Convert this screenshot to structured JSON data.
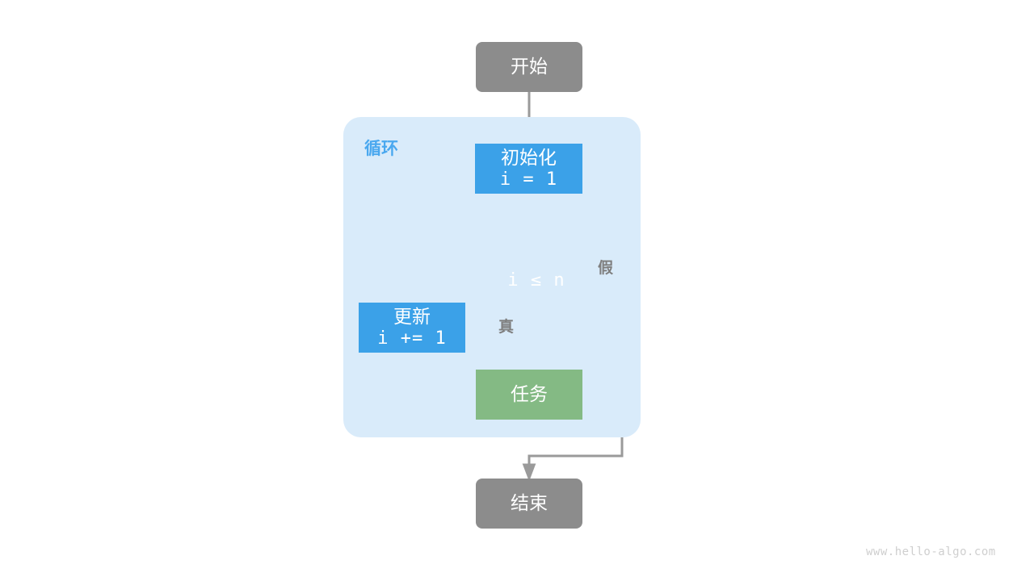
{
  "diagram": {
    "title": "for-loop flowchart",
    "colors": {
      "terminator": "#8c8c8c",
      "process": "#3ba1e8",
      "task": "#84ba84",
      "loop_container": "#d9ebfa",
      "loop_title": "#4aa8ef",
      "edge": "#9a9a9a",
      "branch_label": "#7f7f7f",
      "node_text": "#ffffff",
      "watermark": "#cfcfcf",
      "background": "#ffffff"
    },
    "nodes": {
      "start": {
        "label": "开始",
        "shape": "rounded-rect"
      },
      "loop_container": {
        "label": "循环",
        "shape": "rounded-rect"
      },
      "init": {
        "line1": "初始化",
        "line2": "i = 1",
        "shape": "rect"
      },
      "condition": {
        "label": "i ≤ n",
        "shape": "diamond"
      },
      "update": {
        "line1": "更新",
        "line2": "i += 1",
        "shape": "rect"
      },
      "task": {
        "label": "任务",
        "shape": "rect"
      },
      "end": {
        "label": "结束",
        "shape": "rounded-rect"
      }
    },
    "edges": {
      "true_label": "真",
      "false_label": "假"
    },
    "watermark": "www.hello-algo.com"
  }
}
